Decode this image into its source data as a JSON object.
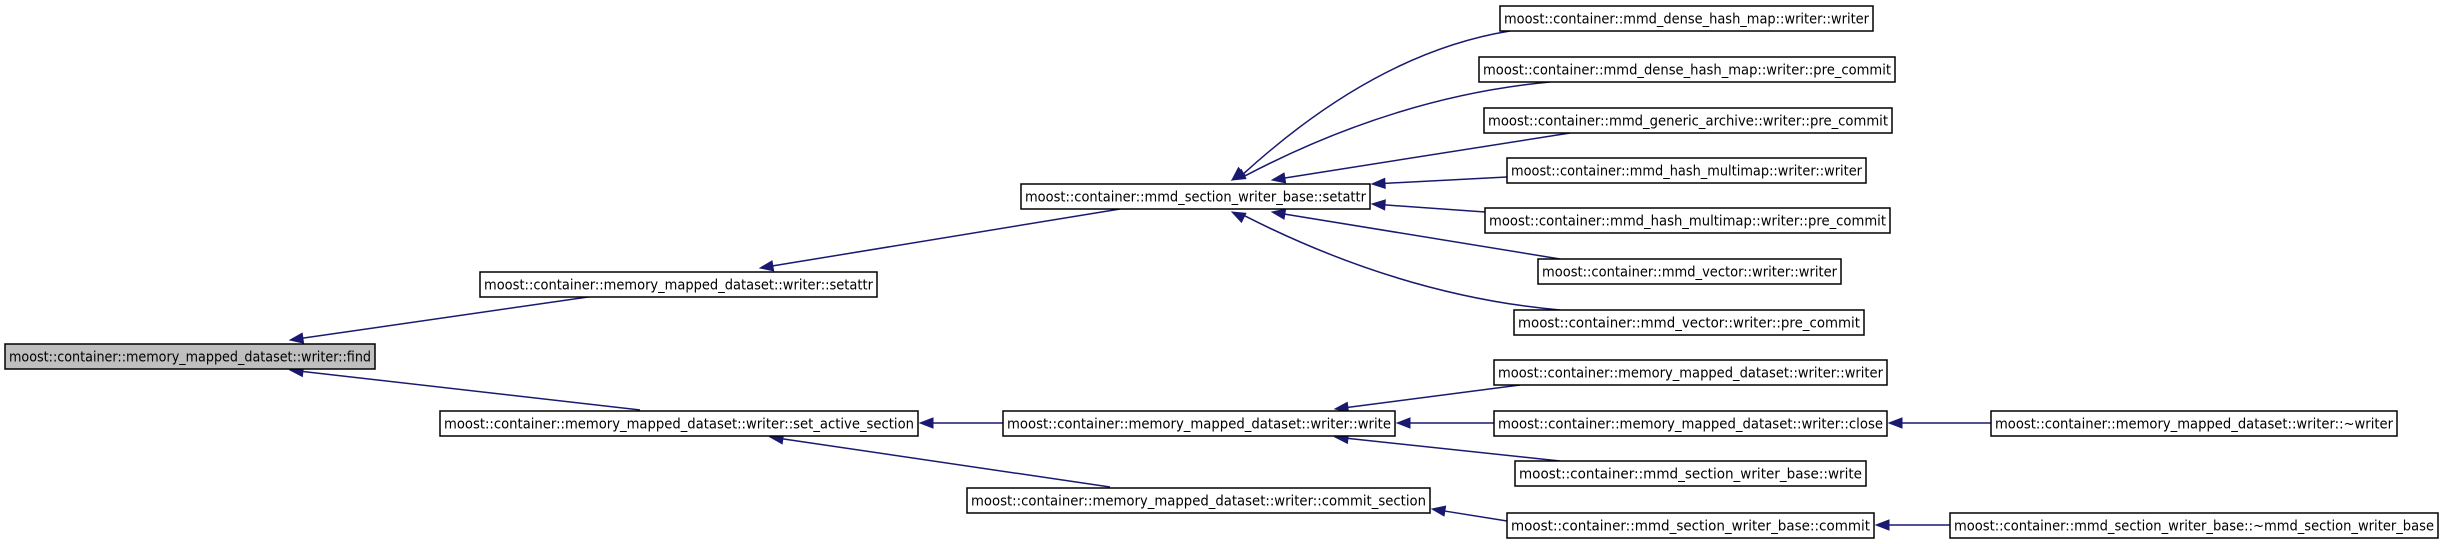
{
  "graph": {
    "edge_color": "#191970",
    "highlight_color": "#bfbfbf",
    "nodes": [
      {
        "id": "find",
        "label": "moost::container::memory_mapped_dataset::writer::find",
        "highlight": true
      },
      {
        "id": "mmds_setattr",
        "label": "moost::container::memory_mapped_dataset::writer::setattr"
      },
      {
        "id": "set_active_section",
        "label": "moost::container::memory_mapped_dataset::writer::set_active_section"
      },
      {
        "id": "base_setattr",
        "label": "moost::container::mmd_section_writer_base::setattr"
      },
      {
        "id": "mmds_write",
        "label": "moost::container::memory_mapped_dataset::writer::write"
      },
      {
        "id": "commit_section",
        "label": "moost::container::memory_mapped_dataset::writer::commit_section"
      },
      {
        "id": "dhm_writer",
        "label": "moost::container::mmd_dense_hash_map::writer::writer"
      },
      {
        "id": "dhm_pre_commit",
        "label": "moost::container::mmd_dense_hash_map::writer::pre_commit"
      },
      {
        "id": "ga_pre_commit",
        "label": "moost::container::mmd_generic_archive::writer::pre_commit"
      },
      {
        "id": "hmm_writer",
        "label": "moost::container::mmd_hash_multimap::writer::writer"
      },
      {
        "id": "hmm_pre_commit",
        "label": "moost::container::mmd_hash_multimap::writer::pre_commit"
      },
      {
        "id": "vec_writer",
        "label": "moost::container::mmd_vector::writer::writer"
      },
      {
        "id": "vec_pre_commit",
        "label": "moost::container::mmd_vector::writer::pre_commit"
      },
      {
        "id": "mmds_writer",
        "label": "moost::container::memory_mapped_dataset::writer::writer"
      },
      {
        "id": "mmds_close",
        "label": "moost::container::memory_mapped_dataset::writer::close"
      },
      {
        "id": "base_write",
        "label": "moost::container::mmd_section_writer_base::write"
      },
      {
        "id": "base_commit",
        "label": "moost::container::mmd_section_writer_base::commit"
      },
      {
        "id": "mmds_dtor",
        "label": "moost::container::memory_mapped_dataset::writer::~writer"
      },
      {
        "id": "base_dtor",
        "label": "moost::container::mmd_section_writer_base::~mmd_section_writer_base"
      }
    ],
    "edges": [
      {
        "from": "mmds_setattr",
        "to": "find"
      },
      {
        "from": "set_active_section",
        "to": "find"
      },
      {
        "from": "base_setattr",
        "to": "mmds_setattr"
      },
      {
        "from": "mmds_write",
        "to": "set_active_section"
      },
      {
        "from": "commit_section",
        "to": "set_active_section"
      },
      {
        "from": "dhm_writer",
        "to": "base_setattr"
      },
      {
        "from": "dhm_pre_commit",
        "to": "base_setattr"
      },
      {
        "from": "ga_pre_commit",
        "to": "base_setattr"
      },
      {
        "from": "hmm_writer",
        "to": "base_setattr"
      },
      {
        "from": "hmm_pre_commit",
        "to": "base_setattr"
      },
      {
        "from": "vec_writer",
        "to": "base_setattr"
      },
      {
        "from": "vec_pre_commit",
        "to": "base_setattr"
      },
      {
        "from": "mmds_writer",
        "to": "mmds_write"
      },
      {
        "from": "mmds_close",
        "to": "mmds_write"
      },
      {
        "from": "base_write",
        "to": "mmds_write"
      },
      {
        "from": "base_commit",
        "to": "commit_section"
      },
      {
        "from": "mmds_dtor",
        "to": "mmds_close"
      },
      {
        "from": "base_dtor",
        "to": "base_commit"
      }
    ]
  }
}
